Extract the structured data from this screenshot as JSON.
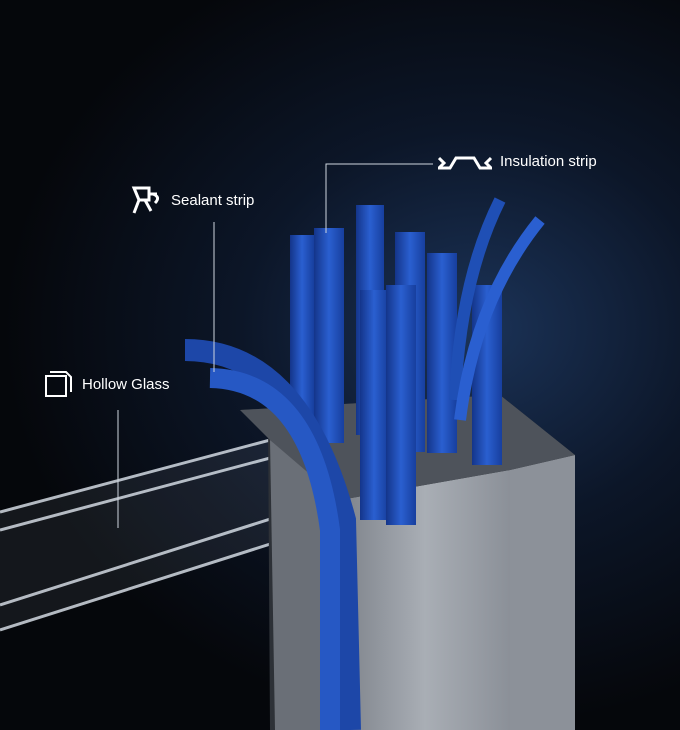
{
  "labels": {
    "insulation": "Insulation strip",
    "sealant": "Sealant strip",
    "glass": "Hollow Glass"
  },
  "colors": {
    "strip_blue": "#1f4fb5",
    "aluminum": "#9ea3aa",
    "background": "#05070b"
  }
}
